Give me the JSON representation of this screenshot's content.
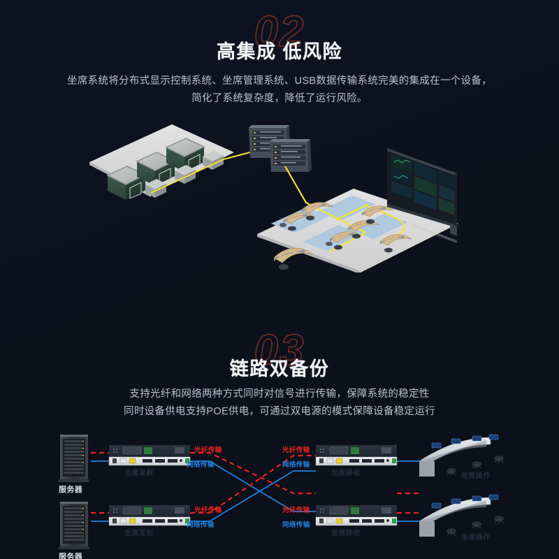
{
  "theme": {
    "bg": "#0e1220",
    "title_color": "#f2f4f8",
    "subtitle_color": "#b9c0cc",
    "watermark_color": "#7d3320",
    "fiber_color": "#e8221f",
    "network_color": "#1f7fe0",
    "cable_color": "#f2e23a"
  },
  "section_02": {
    "watermark": "02",
    "title": "高集成 低风险",
    "subtitle_line1": "坐席系统将分布式显示控制系统、坐席管理系统、USB数据传输系统完美的集成在一个设备，",
    "subtitle_line2": "简化了系统复杂度，降低了运行风险。"
  },
  "section_03": {
    "watermark": "03",
    "title": "链路双备份",
    "subtitle_line1": "支持光纤和网络两种方式同时对信号进行传输，保障系统的稳定性",
    "subtitle_line2": "同时设备供电支持POE供电，可通过双电源的模式保障设备稳定运行"
  },
  "diagram": {
    "rows": [
      {
        "server_label": "服务器",
        "transmitter_ghost_label": "坐席发射",
        "receiver_ghost_label": "坐席接收",
        "console_ghost_label": "坐席操作",
        "left_fiber_label": "光纤传输",
        "left_network_label": "网络传输",
        "right_fiber_label": "光纤传输",
        "right_network_label": "网络传输"
      },
      {
        "server_label": "服务器",
        "transmitter_ghost_label": "坐席发射",
        "receiver_ghost_label": "坐席接收",
        "console_ghost_label": "坐席操作",
        "left_fiber_label": "光纤传输",
        "left_network_label": "网络传输",
        "right_fiber_label": "光纤传输",
        "right_network_label": "网络传输"
      }
    ]
  }
}
